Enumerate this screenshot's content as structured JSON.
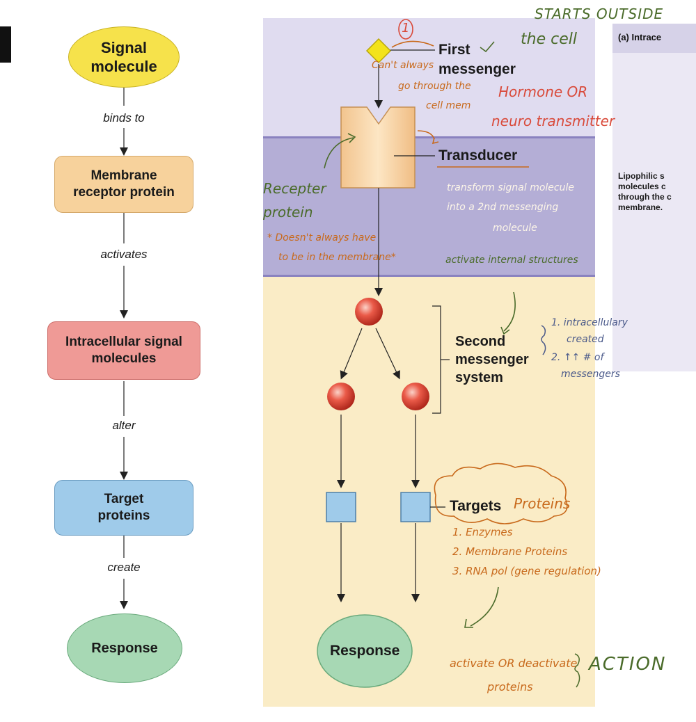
{
  "left_flow": {
    "nodes": [
      "Signal molecule",
      "Membrane receptor protein",
      "Intracellular signal molecules",
      "Target proteins",
      "Response"
    ],
    "connectors": [
      "binds to",
      "activates",
      "alter",
      "create"
    ]
  },
  "diagram": {
    "first_messenger_label": "First messenger",
    "transducer_label": "Transducer",
    "second_messenger_label": "Second messenger system",
    "targets_label": "Targets",
    "response_label": "Response"
  },
  "side_panel": {
    "title": "(a) Intrace",
    "text_lines": [
      "Lipophilic s",
      "molecules c",
      "through the c",
      "membrane."
    ]
  },
  "annotations": {
    "circled_number": "1",
    "starts_outside": "STARTS OUTSIDE",
    "the_cell": "the cell",
    "cant_always": "Can't always",
    "go_through": "go through the",
    "cell_mem": "cell mem",
    "hormone": "Hormone OR",
    "neurotransmitter": "neuro transmitter",
    "receptor_protein": "Recepter protein",
    "doesnt_always": "* Doesn't always have",
    "in_membrane": "to be in the membrane*",
    "transform_1": "transform signal molecule",
    "transform_2": "into a 2nd messenging",
    "transform_3": "molecule",
    "activate_internal": "activate internal structures",
    "intracellular_1": "1. intracellulary",
    "intracellular_2": "created",
    "increase_1": "2. ↑↑ # of",
    "increase_2": "messengers",
    "targets_proteins": "Proteins",
    "list_1": "1. Enzymes",
    "list_2": "2. Membrane Proteins",
    "list_3": "3. RNA pol (gene regulation)",
    "activate_deactivate": "activate OR deactivate",
    "proteins": "proteins",
    "action": "ACTION"
  },
  "colors": {
    "signal_yellow": "#f6e24b",
    "membrane_orange": "#f7d29c",
    "intracellular_red": "#ef9a96",
    "target_blue": "#9fcbea",
    "response_green": "#a7d8b4",
    "outside_lavender": "#e0dcf0",
    "membrane_purple": "#b4aed6",
    "cytoplasm_cream": "#faecc6",
    "annotation_orange": "#c8691b",
    "annotation_green": "#4a6b2a"
  }
}
